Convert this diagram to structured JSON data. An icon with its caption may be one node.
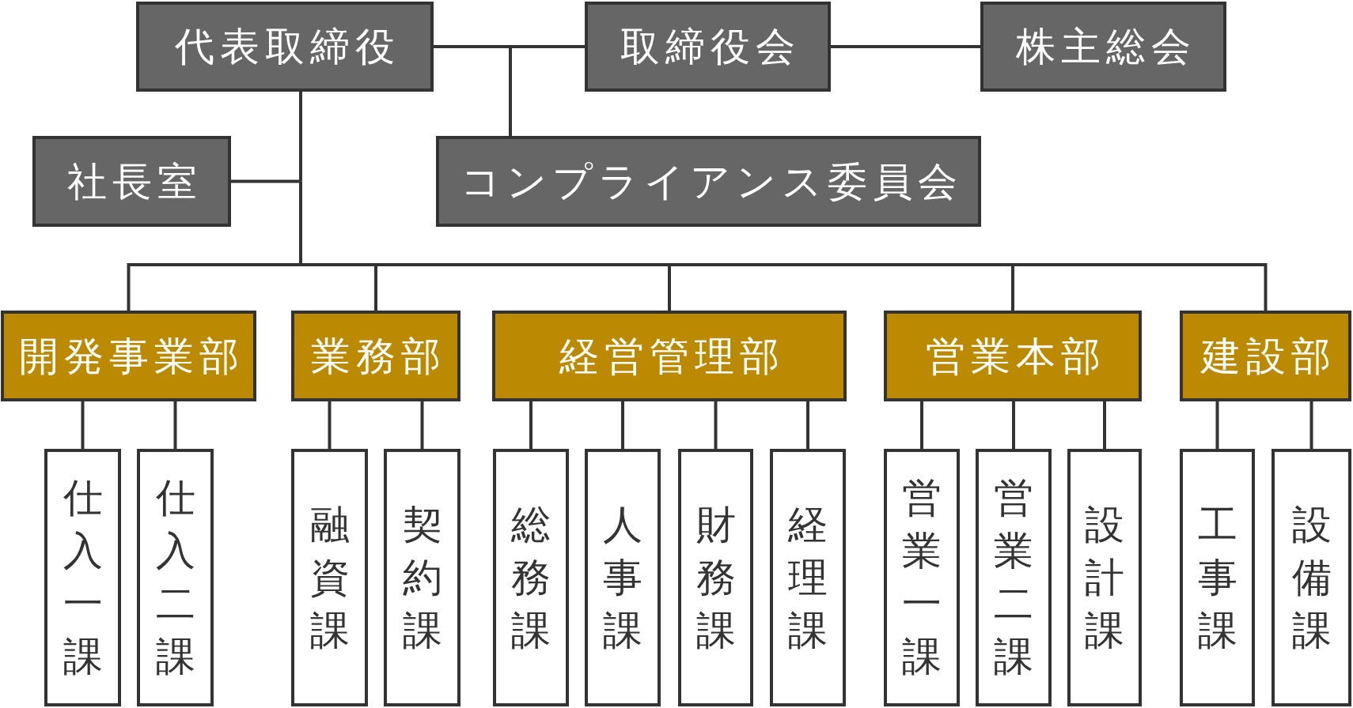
{
  "diagram": {
    "nodes": [
      {
        "text": [
          "代表取締役"
        ]
      },
      {
        "text": [
          "取締役会"
        ]
      },
      {
        "text": [
          "株主総会"
        ]
      },
      {
        "text": [
          "社長室"
        ]
      },
      {
        "text": [
          "コンプライアンス委員会"
        ]
      },
      {
        "text": [
          "開発事業部"
        ]
      },
      {
        "text": [
          "業務部"
        ]
      },
      {
        "text": [
          "経営管理部"
        ]
      },
      {
        "text": [
          "営業本部"
        ]
      },
      {
        "text": [
          "建設部"
        ]
      },
      {
        "text": [
          "仕入一課"
        ]
      },
      {
        "text": [
          "仕入二課"
        ]
      },
      {
        "text": [
          "融資課"
        ]
      },
      {
        "text": [
          "契約課"
        ]
      },
      {
        "text": [
          "総務課"
        ]
      },
      {
        "text": [
          "人事課"
        ]
      },
      {
        "text": [
          "財務課"
        ]
      },
      {
        "text": [
          "経理課"
        ]
      },
      {
        "text": [
          "営業一課"
        ]
      },
      {
        "text": [
          "営業二課"
        ]
      },
      {
        "text": [
          "設計課"
        ]
      },
      {
        "text": [
          "工事課"
        ]
      },
      {
        "text": [
          "設備課"
        ]
      }
    ],
    "edges": [
      {
        "from": 0,
        "to": 1,
        "arrow": "none"
      },
      {
        "from": 1,
        "to": 2,
        "arrow": "none"
      },
      {
        "from": 0,
        "to": 4,
        "arrow": "none"
      },
      {
        "from": 0,
        "to": 3,
        "arrow": "none"
      },
      {
        "from": 0,
        "to": 5,
        "arrow": "none"
      },
      {
        "from": 0,
        "to": 6,
        "arrow": "none"
      },
      {
        "from": 0,
        "to": 7,
        "arrow": "none"
      },
      {
        "from": 0,
        "to": 8,
        "arrow": "none"
      },
      {
        "from": 0,
        "to": 9,
        "arrow": "none"
      },
      {
        "from": 5,
        "to": 10,
        "arrow": "none"
      },
      {
        "from": 5,
        "to": 11,
        "arrow": "none"
      },
      {
        "from": 6,
        "to": 12,
        "arrow": "none"
      },
      {
        "from": 6,
        "to": 13,
        "arrow": "none"
      },
      {
        "from": 7,
        "to": 14,
        "arrow": "none"
      },
      {
        "from": 7,
        "to": 15,
        "arrow": "none"
      },
      {
        "from": 7,
        "to": 16,
        "arrow": "none"
      },
      {
        "from": 7,
        "to": 17,
        "arrow": "none"
      },
      {
        "from": 8,
        "to": 18,
        "arrow": "none"
      },
      {
        "from": 8,
        "to": 19,
        "arrow": "none"
      },
      {
        "from": 8,
        "to": 20,
        "arrow": "none"
      },
      {
        "from": 9,
        "to": 21,
        "arrow": "none"
      },
      {
        "from": 9,
        "to": 22,
        "arrow": "none"
      }
    ]
  }
}
